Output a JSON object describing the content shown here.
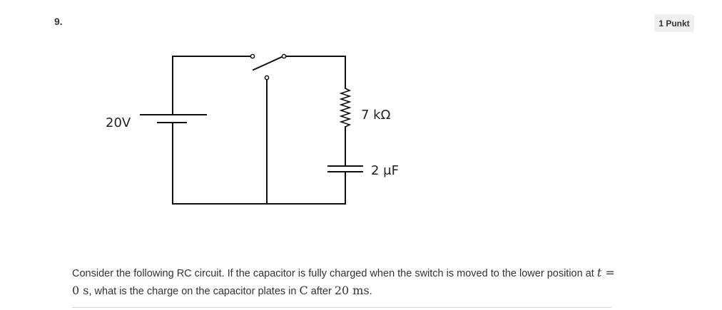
{
  "question": {
    "number": "9.",
    "points": "1 Punkt",
    "text_part1": "Consider the following RC circuit. If the capacitor is fully charged when the switch is moved to the lower position at ",
    "math_t": "t",
    "math_eq": " = 0 s",
    "text_part2": ", what is the charge on the capacitor plates in ",
    "math_unit": "C",
    "text_part3": " after ",
    "math_time": "20 ms",
    "text_part4": "."
  },
  "diagram": {
    "source_label": "20V",
    "resistor_label": "7 kΩ",
    "capacitor_label": "2 μF"
  }
}
